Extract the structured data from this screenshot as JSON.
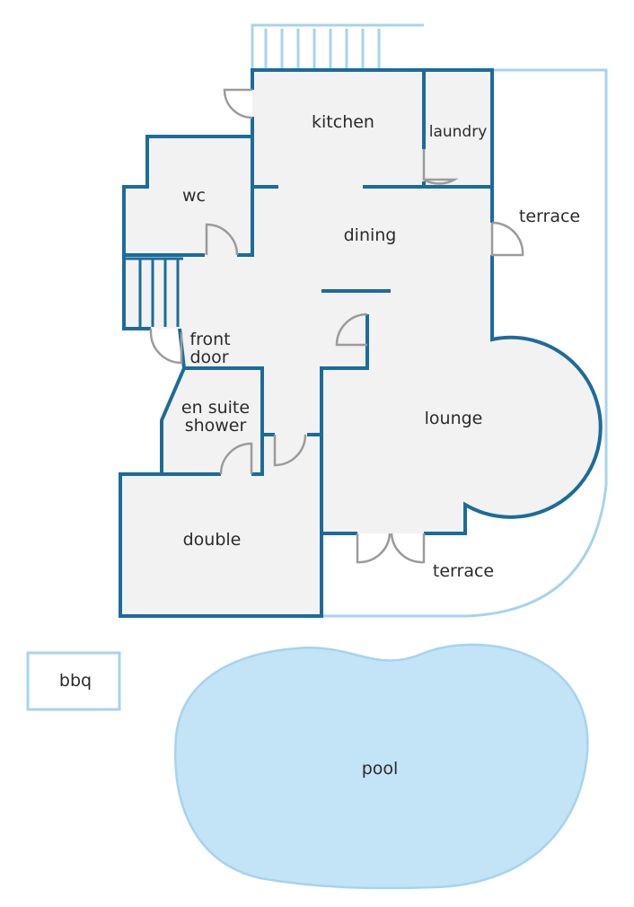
{
  "plan": {
    "rooms": {
      "kitchen": "kitchen",
      "laundry": "laundry",
      "wc": "wc",
      "dining": "dining",
      "terrace_east": "terrace",
      "front_door_line1": "front",
      "front_door_line2": "door",
      "lounge": "lounge",
      "ensuite_line1": "en suite",
      "ensuite_line2": "shower",
      "double": "double",
      "terrace_south": "terrace",
      "bbq": "bbq",
      "pool": "pool"
    }
  },
  "colors": {
    "wall": "#1b6c9b",
    "floor": "#f2f2f2",
    "exterior": "#a7d3ec",
    "pool_fill": "#c3e3f6",
    "door": "#9b9b9b"
  }
}
